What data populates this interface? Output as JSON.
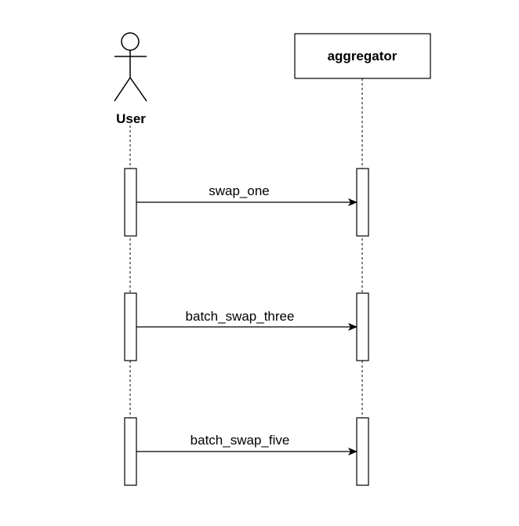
{
  "diagram": {
    "type": "sequence",
    "actor": {
      "label": "User"
    },
    "participant": {
      "label": "aggregator"
    },
    "messages": [
      {
        "label": "swap_one",
        "from": "User",
        "to": "aggregator"
      },
      {
        "label": "batch_swap_three",
        "from": "User",
        "to": "aggregator"
      },
      {
        "label": "batch_swap_five",
        "from": "User",
        "to": "aggregator"
      }
    ],
    "colors": {
      "stroke": "#000000",
      "fill": "#ffffff"
    }
  }
}
